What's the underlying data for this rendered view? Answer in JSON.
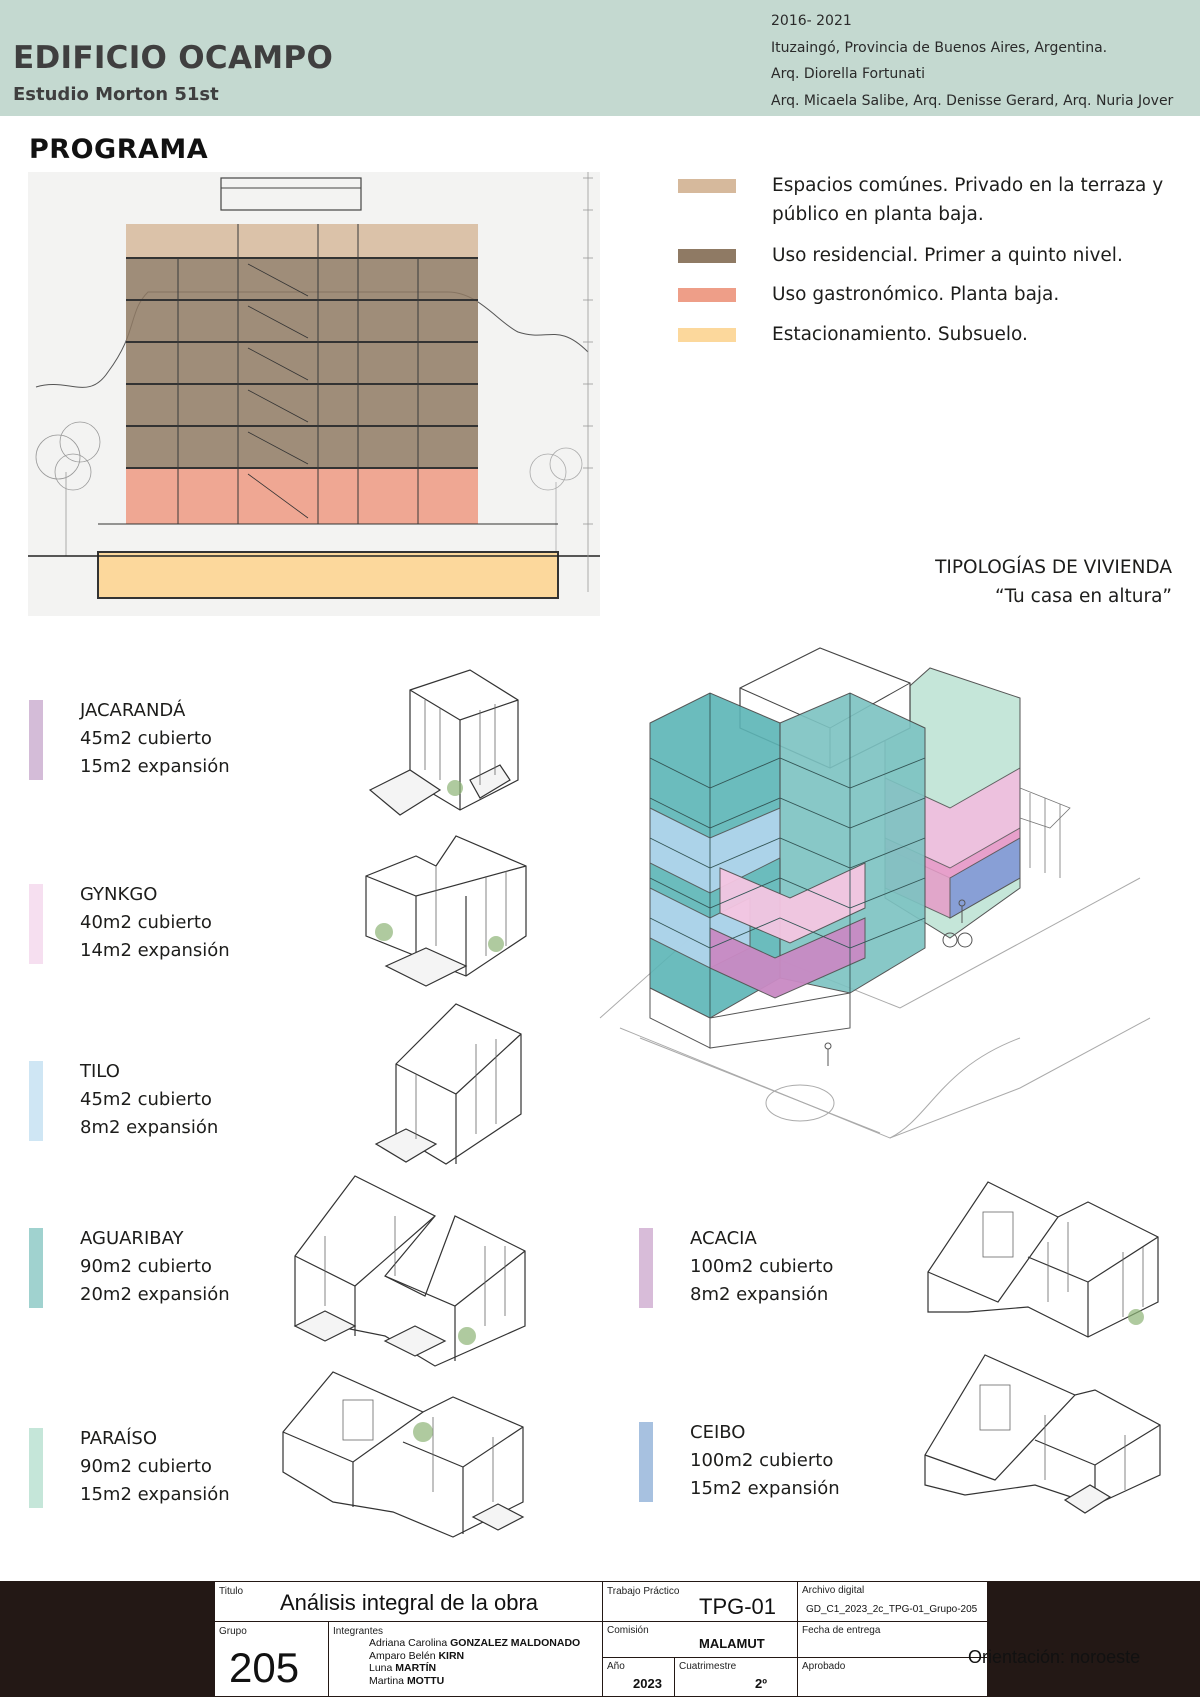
{
  "header": {
    "title": "EDIFICIO OCAMPO",
    "studio": "Estudio Morton 51st",
    "years": "2016- 2021",
    "location": "Ituzaingó, Provincia de Buenos Aires, Argentina.",
    "architect": "Arq. Diorella Fortunati",
    "collaborators": "Arq. Micaela Salibe, Arq. Denisse Gerard, Arq. Nuria Jover",
    "band_color": "#c4d9d0"
  },
  "programa": {
    "title": "PROGRAMA",
    "legend": [
      {
        "text": "Espacios comúnes. Privado en la terraza y público en planta baja.",
        "color": "#d6b99c"
      },
      {
        "text": "Uso residencial. Primer a quinto nivel.",
        "color": "#8f7a64"
      },
      {
        "text": "Uso gastronómico. Planta baja.",
        "color": "#ee9e88"
      },
      {
        "text": "Estacionamiento. Subsuelo.",
        "color": "#fcd89c"
      }
    ]
  },
  "tipologias": {
    "title": "TIPOLOGÍAS DE VIVIENDA",
    "subtitle": "“Tu casa en altura”",
    "items": [
      {
        "name": "JACARANDÁ",
        "covered": "45m2 cubierto",
        "expansion": "15m2 expansión",
        "color": "#d4bcd8"
      },
      {
        "name": "GYNKGO",
        "covered": "40m2 cubierto",
        "expansion": "14m2 expansión",
        "color": "#f6dff0"
      },
      {
        "name": "TILO",
        "covered": "45m2 cubierto",
        "expansion": "8m2 expansión",
        "color": "#cfe6f4"
      },
      {
        "name": "AGUARIBAY",
        "covered": "90m2 cubierto",
        "expansion": "20m2 expansión",
        "color": "#a0d2cf"
      },
      {
        "name": "PARAÍSO",
        "covered": "90m2 cubierto",
        "expansion": "15m2 expansión",
        "color": "#c5e6d9"
      },
      {
        "name": "ACACIA",
        "covered": "100m2 cubierto",
        "expansion": "8m2 expansión",
        "color": "#d8bcd9"
      },
      {
        "name": "CEIBO",
        "covered": "100m2 cubierto",
        "expansion": "15m2 expansión",
        "color": "#a7c1e0"
      }
    ]
  },
  "title_block": {
    "titulo_label": "Titulo",
    "titulo_value": "Análisis integral de la obra",
    "tp_label": "Trabajo Práctico",
    "tp_value": "TPG-01",
    "archivo_label": "Archivo digital",
    "archivo_value": "GD_C1_2023_2c_TPG-01_Grupo-205",
    "grupo_label": "Grupo",
    "grupo_value": "205",
    "integrantes_label": "Integrantes",
    "members": [
      {
        "first": "Adriana Carolina",
        "last": "GONZALEZ MALDONADO"
      },
      {
        "first": "Amparo Belén",
        "last": "KIRN"
      },
      {
        "first": "Luna",
        "last": "MARTÍN"
      },
      {
        "first": "Martina",
        "last": "MOTTU"
      }
    ],
    "comision_label": "Comisión",
    "comision_value": "MALAMUT",
    "fecha_label": "Fecha de entrega",
    "anio_label": "Año",
    "anio_value": "2023",
    "cuatri_label": "Cuatrimestre",
    "cuatri_value": "2º",
    "aprobado_label": "Aprobado",
    "orientacion": "Orientación: noroeste"
  }
}
